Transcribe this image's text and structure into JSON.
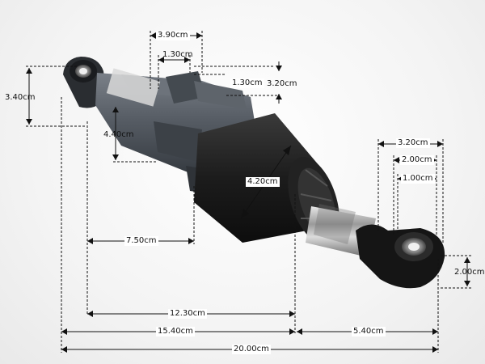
{
  "image": {
    "subject": "shock-absorber-with-dimensions",
    "colors": {
      "gray_body": "#4f555c",
      "black_body": "#1c1c1c",
      "chrome": "#b8b8b8",
      "dim_line": "#111111"
    }
  },
  "dimensions": {
    "top_width": "3.90cm",
    "top_small": "1.30cm",
    "top_inner": "1.30cm",
    "top_height": "3.20cm",
    "left_eye_height": "3.40cm",
    "gray_body_height": "4.40cm",
    "black_body_diameter": "4.20cm",
    "right_eye_outer": "3.20cm",
    "right_eye_mid": "2.00cm",
    "right_eye_inner": "1.00cm",
    "right_eye_height": "2.00cm",
    "gray_to_mount": "7.50cm",
    "eye_to_black": "12.30cm",
    "left_to_black_end": "15.40cm",
    "rod_length": "5.40cm",
    "overall_length": "20.00cm"
  }
}
